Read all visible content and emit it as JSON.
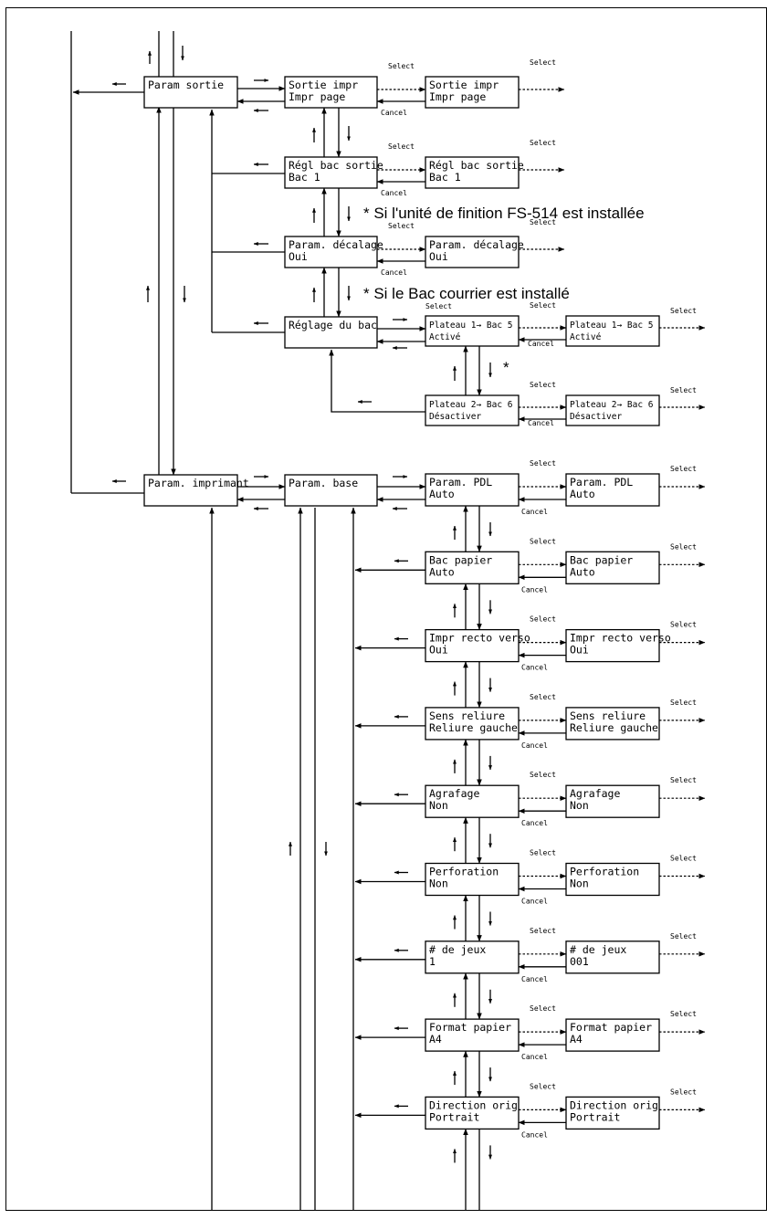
{
  "labels": {
    "select": "Select",
    "cancel": "Cancel"
  },
  "notes": {
    "finisher": "* Si l'unité de finition FS-514 est installée",
    "mailbin": "* Si le Bac courrier est installé",
    "star": "*"
  },
  "menus": {
    "param_sortie": "Param sortie",
    "param_imprimant": "Param. imprimant",
    "param_base": "Param. base",
    "reglage_bac": "Réglage du bac"
  },
  "output_items": [
    {
      "name": "Sortie impr",
      "value": "Impr page",
      "sel_value": "Impr page"
    },
    {
      "name": "Régl bac sortie",
      "value": "Bac 1",
      "sel_value": "Bac 1"
    },
    {
      "name": "Param. décalage",
      "value": "Oui",
      "sel_value": "Oui"
    }
  ],
  "tray_items": [
    {
      "name": "Plateau 1→ Bac 5",
      "value": "Activé",
      "sel_value": "Activé"
    },
    {
      "name": "Plateau 2→ Bac 6",
      "value": "Désactiver",
      "sel_value": "Désactiver"
    }
  ],
  "base_items": [
    {
      "name": "Param. PDL",
      "value": "Auto",
      "sel_value": "Auto"
    },
    {
      "name": "Bac papier",
      "value": "Auto",
      "sel_value": "Auto"
    },
    {
      "name": "Impr recto verso",
      "value": "Oui",
      "sel_value": "Oui"
    },
    {
      "name": "Sens reliure",
      "value": "Reliure gauche",
      "sel_value": "Reliure gauche"
    },
    {
      "name": "Agrafage",
      "value": "Non",
      "sel_value": "Non"
    },
    {
      "name": "Perforation",
      "value": "Non",
      "sel_value": "Non"
    },
    {
      "name": "# de jeux",
      "value": " 1",
      "sel_value": "001"
    },
    {
      "name": "Format papier",
      "value": "A4",
      "sel_value": "A4"
    },
    {
      "name": "Direction orig",
      "value": "Portrait",
      "sel_value": "Portrait"
    }
  ]
}
